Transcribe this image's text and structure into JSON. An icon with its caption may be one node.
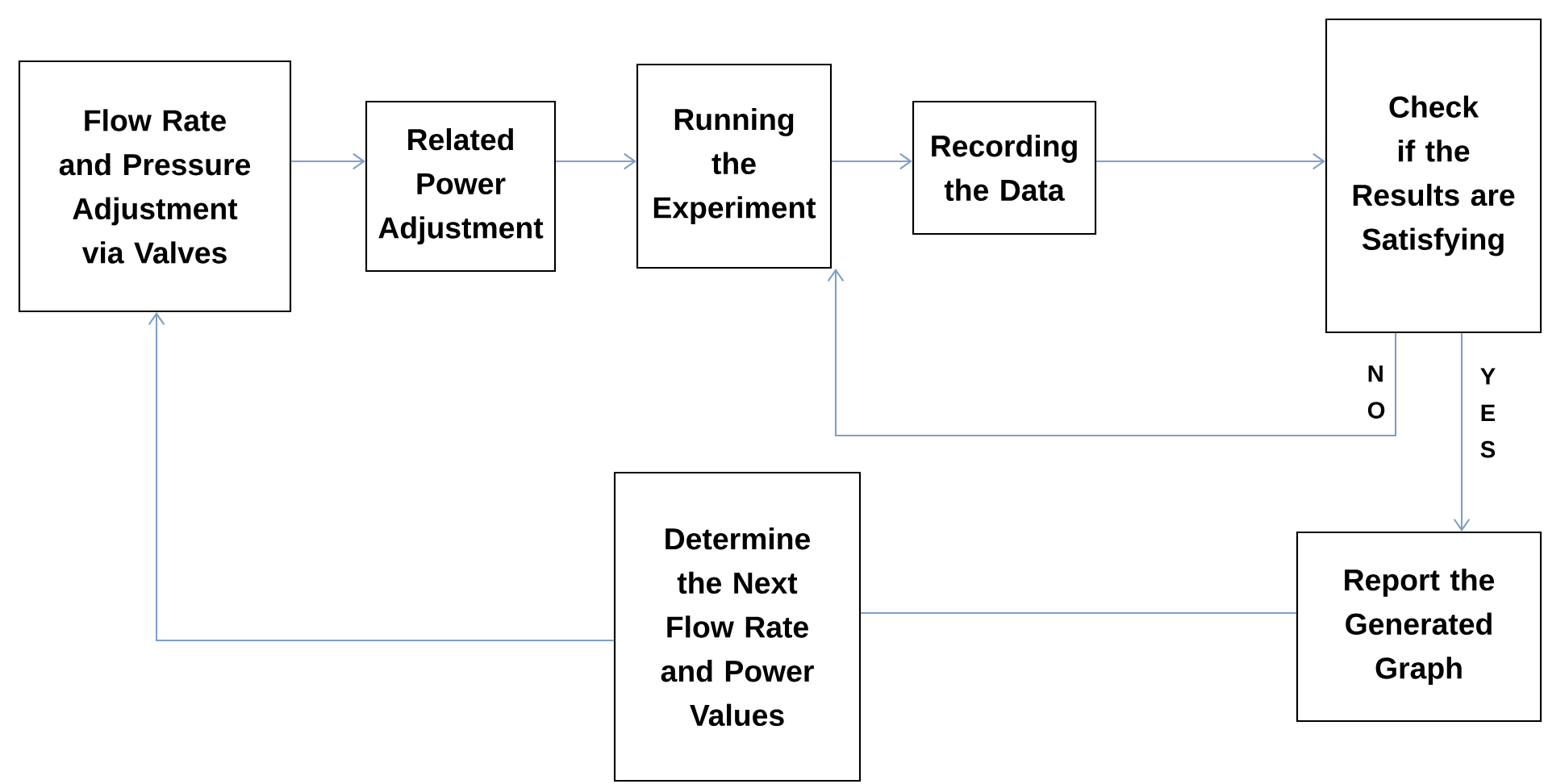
{
  "diagram": {
    "nodes": [
      {
        "text": [
          "Flow Rate and Pressure Adjustment via Valves"
        ]
      },
      {
        "text": [
          "Related Power Adjustment"
        ]
      },
      {
        "text": [
          "Running the Experiment"
        ]
      },
      {
        "text": [
          "Recording the Data"
        ]
      },
      {
        "text": [
          "Check if the Results are Satisfying"
        ]
      },
      {
        "text": [
          "Determine the Next Flow Rate and Power Values"
        ]
      },
      {
        "text": [
          "Report the Generated Graph"
        ]
      }
    ],
    "edges": [
      {
        "from": 0,
        "to": 1,
        "arrow": "to"
      },
      {
        "from": 1,
        "to": 2,
        "arrow": "to"
      },
      {
        "from": 2,
        "to": 3,
        "arrow": "to"
      },
      {
        "from": 3,
        "to": 4,
        "arrow": "to"
      },
      {
        "from": 4,
        "to": 2,
        "arrow": "to",
        "label": "N O"
      },
      {
        "from": 4,
        "to": 6,
        "arrow": "to",
        "label": "Y E S"
      },
      {
        "from": 6,
        "to": 5,
        "arrow": "none"
      },
      {
        "from": 5,
        "to": 0,
        "arrow": "to"
      }
    ]
  }
}
